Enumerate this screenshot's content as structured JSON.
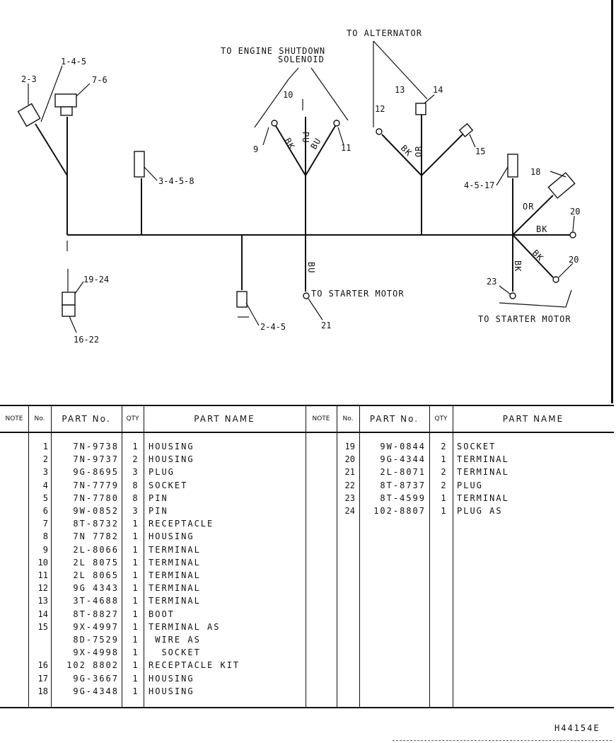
{
  "diagram": {
    "labels": {
      "to_alternator": "TO ALTERNATOR",
      "to_engine_shutdown_line1": "TO ENGINE SHUTDOWN",
      "to_engine_shutdown_line2": "SOLENOID",
      "to_starter_motor_center": "TO STARTER MOTOR",
      "to_starter_motor_right": "TO STARTER MOTOR",
      "wire_bk_1": "BK",
      "wire_pu": "PU",
      "wire_bu_1": "BU",
      "wire_bk_2": "BK",
      "wire_or_1": "OR",
      "wire_or_2": "OR",
      "wire_bk_3": "BK",
      "wire_bk_4": "BK",
      "wire_bk_5": "BK",
      "wire_bu_2": "BU"
    },
    "callouts": {
      "c_1_4_5": "1-4-5",
      "c_2_3": "2-3",
      "c_7_6": "7-6",
      "c_3_4_5_8": "3-4-5-8",
      "c_19_24": "19-24",
      "c_16_22": "16-22",
      "c_2_4_5": "2-4-5",
      "c_10": "10",
      "c_9": "9",
      "c_11": "11",
      "c_21": "21",
      "c_12": "12",
      "c_13": "13",
      "c_14": "14",
      "c_15": "15",
      "c_4_5_17": "4-5-17",
      "c_18": "18",
      "c_20a": "20",
      "c_20b": "20",
      "c_23": "23"
    }
  },
  "table": {
    "headers": {
      "note": "NOTE",
      "no": "No.",
      "part_no": "PART No.",
      "qty": "QTY",
      "part_name": "PART NAME"
    },
    "left_rows": [
      {
        "no": "1",
        "part_no": "7N-9738",
        "qty": "1",
        "name": "HOUSING"
      },
      {
        "no": "2",
        "part_no": "7N-9737",
        "qty": "2",
        "name": "HOUSING"
      },
      {
        "no": "3",
        "part_no": "9G-8695",
        "qty": "3",
        "name": "PLUG"
      },
      {
        "no": "4",
        "part_no": "7N-7779",
        "qty": "8",
        "name": "SOCKET"
      },
      {
        "no": "5",
        "part_no": "7N-7780",
        "qty": "8",
        "name": "PIN"
      },
      {
        "no": "6",
        "part_no": "9W-0852",
        "qty": "3",
        "name": "PIN"
      },
      {
        "no": "7",
        "part_no": "8T-8732",
        "qty": "1",
        "name": "RECEPTACLE"
      },
      {
        "no": "8",
        "part_no": "7N 7782",
        "qty": "1",
        "name": "HOUSING"
      },
      {
        "no": "9",
        "part_no": "2L-8066",
        "qty": "1",
        "name": "TERMINAL"
      },
      {
        "no": "10",
        "part_no": "2L 8075",
        "qty": "1",
        "name": "TERMINAL"
      },
      {
        "no": "11",
        "part_no": "2L 8065",
        "qty": "1",
        "name": "TERMINAL"
      },
      {
        "no": "12",
        "part_no": "9G 4343",
        "qty": "1",
        "name": "TERMINAL"
      },
      {
        "no": "13",
        "part_no": "3T-4688",
        "qty": "1",
        "name": "TERMINAL"
      },
      {
        "no": "14",
        "part_no": "8T-8827",
        "qty": "1",
        "name": "BOOT"
      },
      {
        "no": "15",
        "part_no": "9X-4997",
        "qty": "1",
        "name": "TERMINAL AS"
      },
      {
        "no": "",
        "part_no": "8D-7529",
        "qty": "1",
        "name": " WIRE AS"
      },
      {
        "no": "",
        "part_no": "9X-4998",
        "qty": "1",
        "name": "  SOCKET"
      },
      {
        "no": "16",
        "part_no": "102 8802",
        "qty": "1",
        "name": "RECEPTACLE KIT"
      },
      {
        "no": "17",
        "part_no": "9G-3667",
        "qty": "1",
        "name": "HOUSING"
      },
      {
        "no": "18",
        "part_no": "9G-4348",
        "qty": "1",
        "name": "HOUSING"
      }
    ],
    "right_rows": [
      {
        "no": "19",
        "part_no": "9W-0844",
        "qty": "2",
        "name": "SOCKET"
      },
      {
        "no": "20",
        "part_no": "9G-4344",
        "qty": "1",
        "name": "TERMINAL"
      },
      {
        "no": "21",
        "part_no": "2L-8071",
        "qty": "2",
        "name": "TERMINAL"
      },
      {
        "no": "22",
        "part_no": "8T-8737",
        "qty": "2",
        "name": "PLUG"
      },
      {
        "no": "23",
        "part_no": "8T-4599",
        "qty": "1",
        "name": "TERMINAL"
      },
      {
        "no": "24",
        "part_no": "102-8807",
        "qty": "1",
        "name": "PLUG AS"
      }
    ]
  },
  "drawing_number": "H44154E"
}
